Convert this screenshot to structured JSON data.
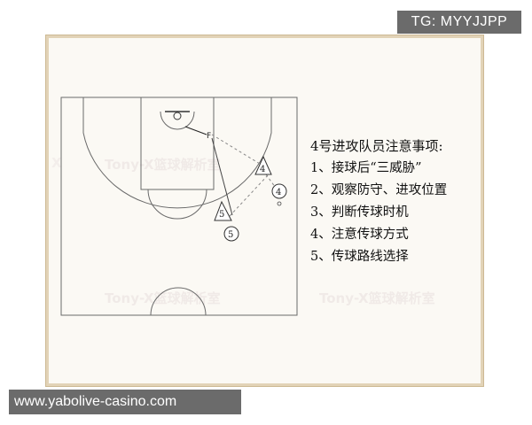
{
  "corner_tag": "TG: MYYJJPP",
  "footer_url": "www.yabolive-casino.com",
  "watermark": "Tony-X篮球解析室",
  "diagram": {
    "player_labels": [
      "4",
      "5"
    ],
    "screener_label": "F"
  },
  "notes": {
    "title": "4号进攻队员注意事项:",
    "items": [
      "1、接球后“三威胁”",
      "2、观察防守、进攻位置",
      "3、判断传球时机",
      "4、注意传球方式",
      "5、传球路线选择"
    ]
  }
}
